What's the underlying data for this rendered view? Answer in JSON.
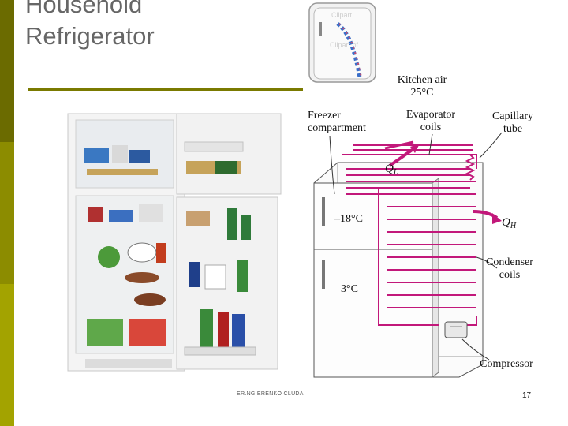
{
  "slide": {
    "title_line1": "Household",
    "title_line2": "Refrigerator",
    "footer": "ER.NG.ERENKO CLUDA",
    "page_number": "17"
  },
  "diagram": {
    "kitchen_air": "Kitchen air",
    "kitchen_temp": "25°C",
    "freezer_label_1": "Freezer",
    "freezer_label_2": "compartment",
    "evaporator_label_1": "Evaporator",
    "evaporator_label_2": "coils",
    "capillary_label_1": "Capillary",
    "capillary_label_2": "tube",
    "ql": "Q",
    "ql_sub": "L",
    "qh": "Q",
    "qh_sub": "H",
    "freezer_temp": "–18°C",
    "fridge_temp": "3°C",
    "condenser_label_1": "Condenser",
    "condenser_label_2": "coils",
    "compressor_label": "Compressor"
  },
  "colors": {
    "accent_bar_dark": "#6b6b00",
    "accent_bar_mid": "#8c8c00",
    "accent_bar_light": "#a3a300",
    "refrigerant_line": "#c2187a"
  }
}
